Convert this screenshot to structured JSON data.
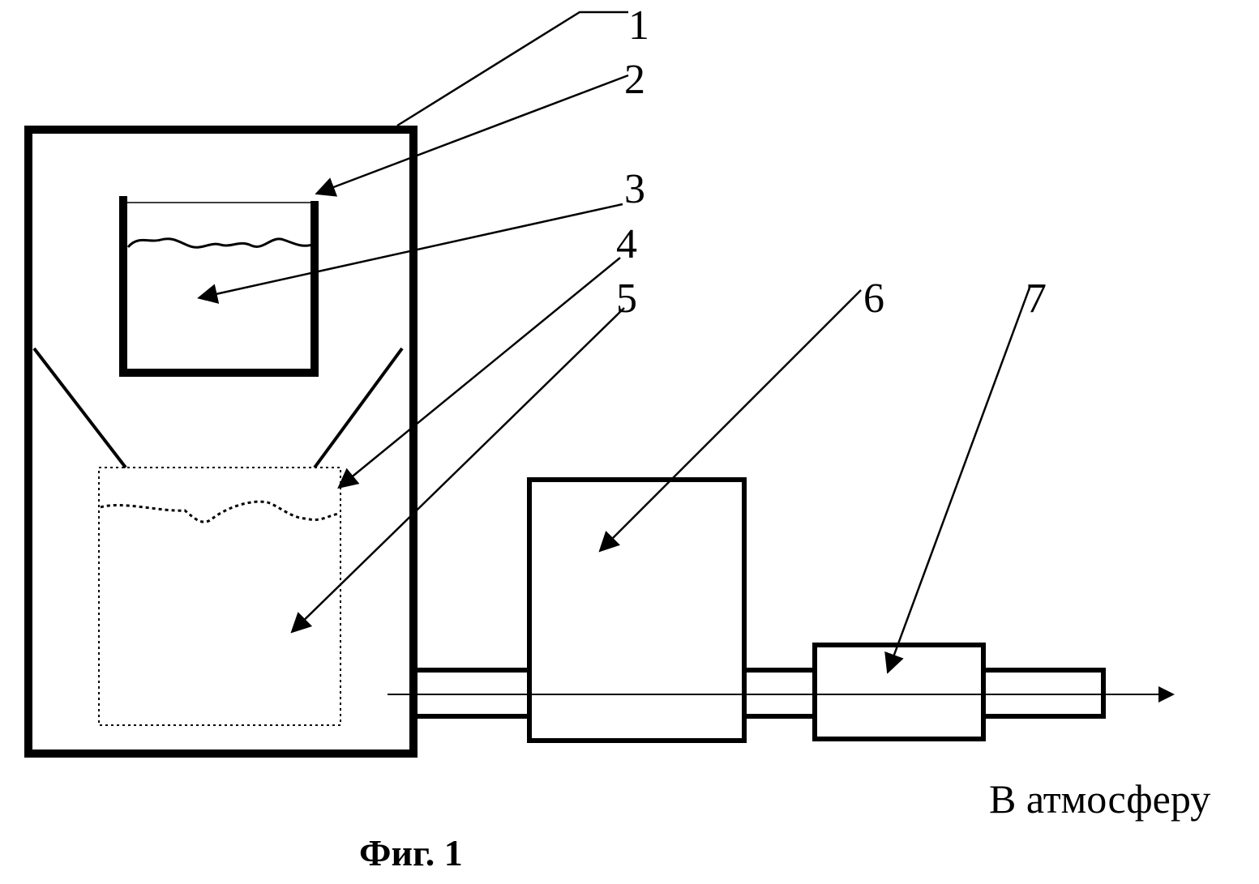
{
  "callouts": {
    "c1": "1",
    "c2": "2",
    "c3": "3",
    "c4": "4",
    "c5": "5",
    "c6": "6",
    "c7": "7"
  },
  "outlet_label": "В атмосферу",
  "figure_caption": "Фиг. 1"
}
